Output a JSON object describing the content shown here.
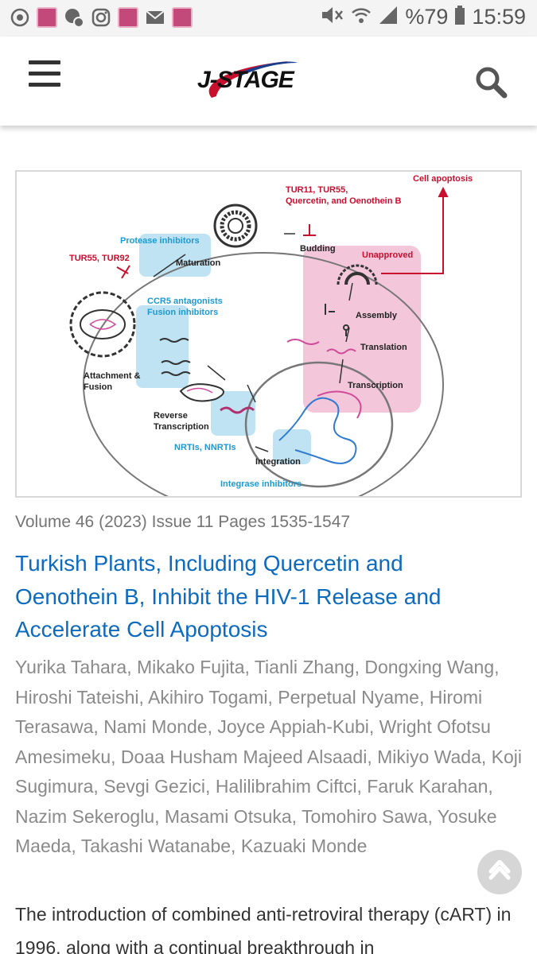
{
  "status_bar": {
    "battery": "%79",
    "time": "15:59"
  },
  "header": {
    "logo": "J-STAGE"
  },
  "figure": {
    "labels": {
      "cell_apoptosis": "Cell apoptosis",
      "tur11": "TUR11, TUR55,",
      "quercetin": "Quercetin, and Oenothein B",
      "budding": "Budding",
      "unapproved": "Unapproved",
      "protease": "Protease inhibitors",
      "tur55_92": "TUR55, TUR92",
      "maturation": "Maturation",
      "ccr5": "CCR5 antagonists",
      "fusion_inh": "Fusion inhibitors",
      "assembly": "Assembly",
      "translation": "Translation",
      "attachment": "Attachment &",
      "fusion": "Fusion",
      "transcription": "Transcription",
      "reverse": "Reverse",
      "rev_transcription": "Transcription",
      "nrti": "NRTIs, NNRTIs",
      "integration": "Integration",
      "integrase": "Integrase inhibitors"
    }
  },
  "article": {
    "meta": "Volume 46 (2023) Issue 11 Pages 1535-1547",
    "title": "Turkish Plants, Including Quercetin and Oenothein B, Inhibit the HIV-1 Release and Accelerate Cell Apoptosis",
    "authors": "Yurika Tahara, Mikako Fujita, Tianli Zhang, Dongxing Wang, Hiroshi Tateishi, Akihiro Togami, Perpetual Nyame, Hiromi Terasawa, Nami Monde, Joyce Appiah-Kubi, Wright Ofotsu Amesimeku, Doaa Husham Majeed Alsaadi, Mikiyo Wada, Koji Sugimura, Sevgi Gezici, Halilibrahim Ciftci, Faruk Karahan, Nazim Sekeroglu, Masami Otsuka, Tomohiro Sawa, Yosuke Maeda, Takashi Watanabe, Kazuaki Monde",
    "abstract": "The introduction of combined anti-retroviral therapy (cART) in 1996, along with a continual breakthrough in"
  },
  "colors": {
    "title": "#0d6bbf",
    "red_label": "#c8102e",
    "blue_label": "#1a9ad6",
    "pink_box": "#f3c6da",
    "cyan_box": "#bfe3f2"
  }
}
